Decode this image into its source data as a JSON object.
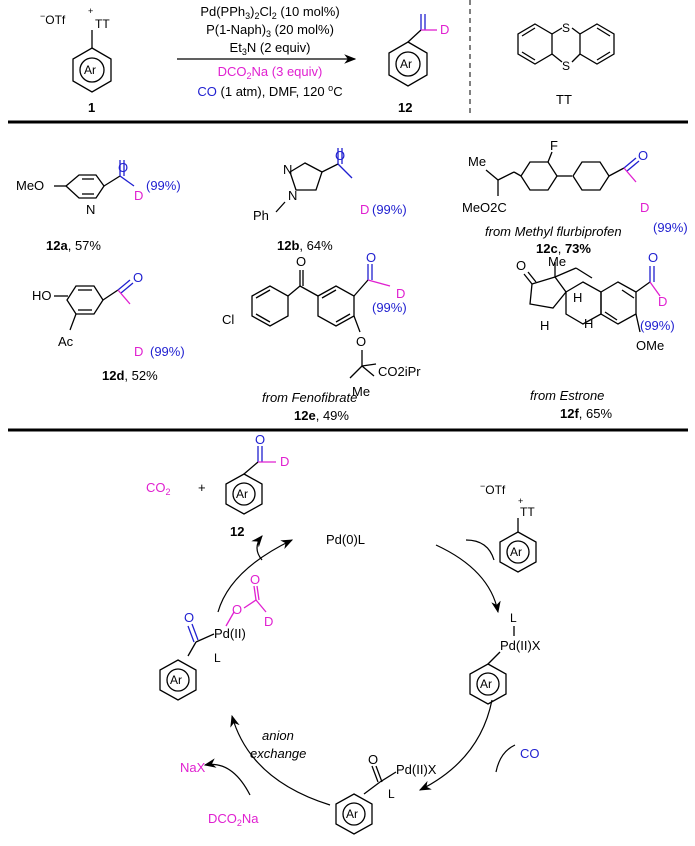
{
  "reaction": {
    "reagents": [
      "Pd(PPh3)2Cl2 (10 mol%)",
      "P(1-Naph)3 (20 mol%)",
      "Et3N (2 equiv)",
      "DCO2Na (3 equiv)",
      "CO (1 atm), DMF, 120 oC"
    ],
    "start_label": "1",
    "product_label": "12",
    "tt_label": "TT",
    "otf": "OTf",
    "tt": "TT",
    "ar": "Ar",
    "s": "S",
    "d": "D",
    "o": "O"
  },
  "products": [
    {
      "id": "12a",
      "yield": "57%",
      "d": "(99%)",
      "note": ""
    },
    {
      "id": "12b",
      "yield": "64%",
      "d": "(99%)",
      "note": ""
    },
    {
      "id": "12c",
      "yield": "73%",
      "d": "(99%)",
      "note": "from Methyl flurbiprofen"
    },
    {
      "id": "12d",
      "yield": "52%",
      "d": "(99%)",
      "note": ""
    },
    {
      "id": "12e",
      "yield": "49%",
      "d": "(99%)",
      "note": "from Fenofibrate"
    },
    {
      "id": "12f",
      "yield": "65%",
      "d": "(99%)",
      "note": "from Estrone"
    }
  ],
  "groups": {
    "meo": "MeO",
    "n": "N",
    "ph": "Ph",
    "meo2c": "MeO2C",
    "me": "Me",
    "f": "F",
    "ho": "HO",
    "ac": "Ac",
    "cl": "Cl",
    "co2ipr": "CO2iPr",
    "h": "H",
    "ome": "OMe"
  },
  "cycle": {
    "co2": "CO2",
    "plus": "+",
    "pd0": "Pd(0)L",
    "pd2x": "Pd(II)X",
    "pd2": "Pd(II)",
    "l": "L",
    "co": "CO",
    "anion_exchange": [
      "anion",
      "exchange"
    ],
    "nax": "NaX",
    "dco2na": "DCO2Na",
    "product_label": "12"
  }
}
